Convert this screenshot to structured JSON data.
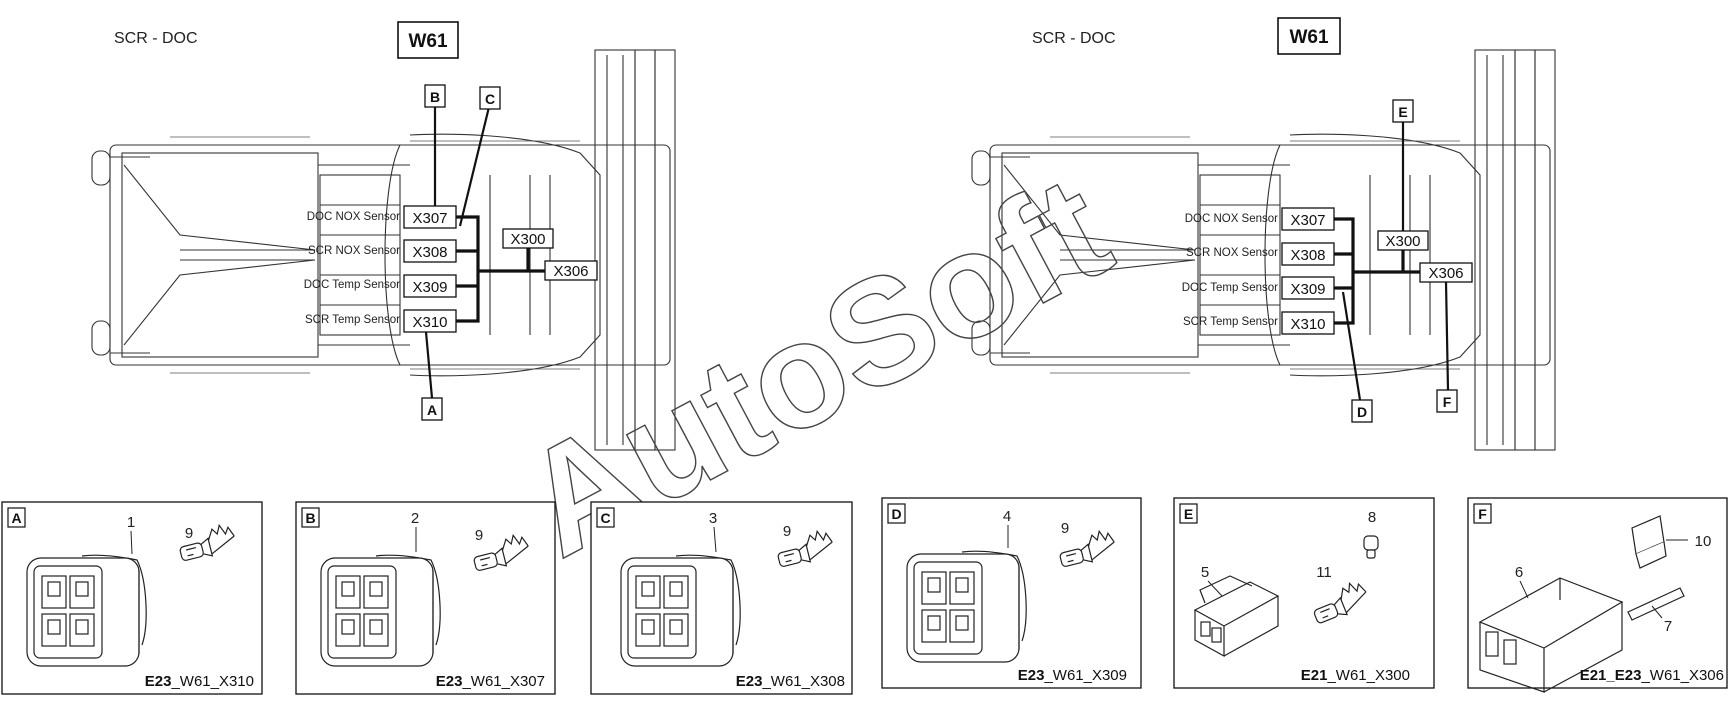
{
  "views": [
    {
      "title": "SCR - DOC",
      "harness": "W61",
      "sensors": [
        "DOC NOX Sensor",
        "SCR NOX Sensor",
        "DOC Temp Sensor",
        "SCR Temp Sensor"
      ],
      "connectors": [
        "X307",
        "X308",
        "X309",
        "X310"
      ],
      "junctions": [
        "X300",
        "X306"
      ],
      "callouts": [
        "B",
        "C",
        "A"
      ]
    },
    {
      "title": "SCR - DOC",
      "harness": "W61",
      "sensors": [
        "DOC NOX Sensor",
        "SCR NOX Sensor",
        "DOC Temp Sensor",
        "SCR Temp Sensor"
      ],
      "connectors": [
        "X307",
        "X308",
        "X309",
        "X310"
      ],
      "junctions": [
        "X300",
        "X306"
      ],
      "callouts": [
        "E",
        "D",
        "F"
      ]
    }
  ],
  "watermark": "AutoSoft",
  "panels": [
    {
      "letter": "A",
      "parts": [
        "1",
        "9"
      ],
      "caption_bold": "E23",
      "caption_rest": "_W61_X310"
    },
    {
      "letter": "B",
      "parts": [
        "2",
        "9"
      ],
      "caption_bold": "E23",
      "caption_rest": "_W61_X307"
    },
    {
      "letter": "C",
      "parts": [
        "3",
        "9"
      ],
      "caption_bold": "E23",
      "caption_rest": "_W61_X308"
    },
    {
      "letter": "D",
      "parts": [
        "4",
        "9"
      ],
      "caption_bold": "E23",
      "caption_rest": "_W61_X309"
    },
    {
      "letter": "E",
      "parts": [
        "5",
        "11",
        "8"
      ],
      "caption_bold": "E21",
      "caption_rest": "_W61_X300"
    },
    {
      "letter": "F",
      "parts": [
        "6",
        "10",
        "7"
      ],
      "caption_bold": "E21_E23",
      "caption_rest": "_W61_X306"
    }
  ]
}
